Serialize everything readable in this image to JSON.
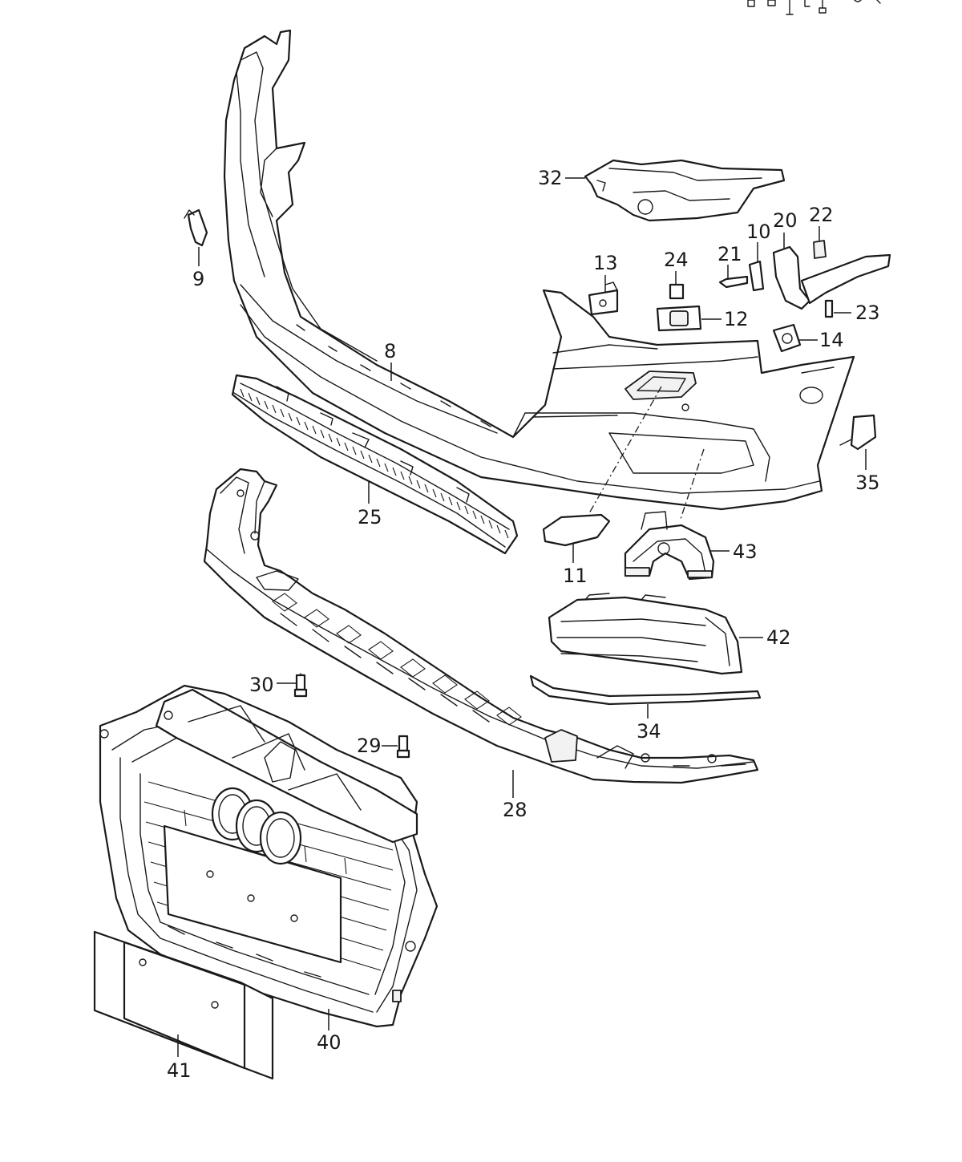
{
  "diagram": {
    "callouts": [
      {
        "id": "8",
        "text": "8"
      },
      {
        "id": "9",
        "text": "9"
      },
      {
        "id": "10",
        "text": "10"
      },
      {
        "id": "11",
        "text": "11"
      },
      {
        "id": "12",
        "text": "12"
      },
      {
        "id": "13",
        "text": "13"
      },
      {
        "id": "14",
        "text": "14"
      },
      {
        "id": "20",
        "text": "20"
      },
      {
        "id": "21",
        "text": "21"
      },
      {
        "id": "22",
        "text": "22"
      },
      {
        "id": "23",
        "text": "23"
      },
      {
        "id": "24",
        "text": "24"
      },
      {
        "id": "25",
        "text": "25"
      },
      {
        "id": "28",
        "text": "28"
      },
      {
        "id": "29",
        "text": "29"
      },
      {
        "id": "30",
        "text": "30"
      },
      {
        "id": "32",
        "text": "32"
      },
      {
        "id": "34",
        "text": "34"
      },
      {
        "id": "35",
        "text": "35"
      },
      {
        "id": "40",
        "text": "40"
      },
      {
        "id": "41",
        "text": "41"
      },
      {
        "id": "42",
        "text": "42"
      },
      {
        "id": "43",
        "text": "43"
      }
    ]
  }
}
